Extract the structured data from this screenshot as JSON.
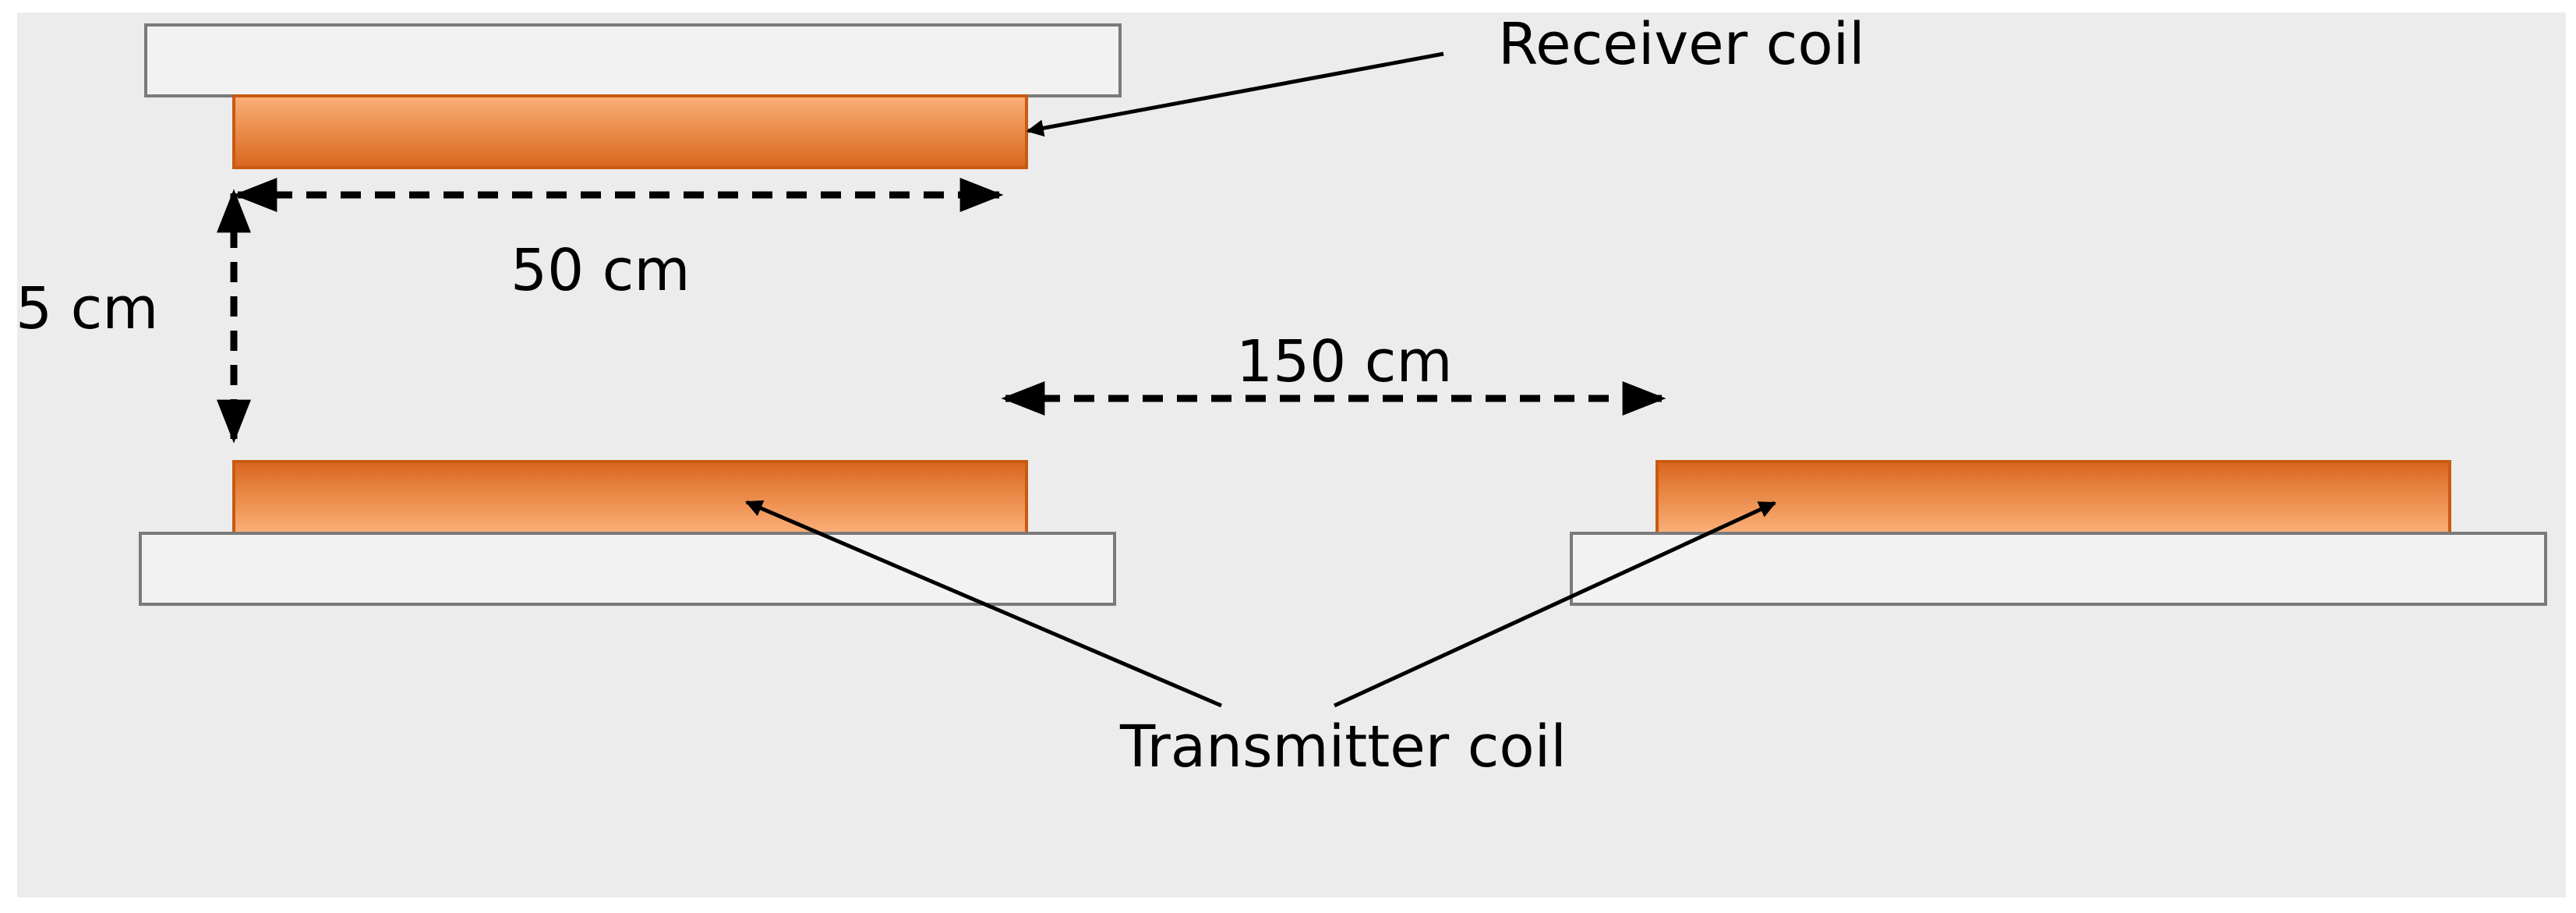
{
  "labels": {
    "receiver": "Receiver coil",
    "transmitter": "Transmitter coil",
    "width": "50 cm",
    "gap": "5 cm",
    "spacing": "150 cm"
  },
  "colors": {
    "background": "#ececec",
    "plate_fill": "#f2f2f2",
    "plate_stroke": "#7a7a7a",
    "coil_light": "#fbb078",
    "coil_dark": "#d9661d",
    "coil_stroke": "#c85a12",
    "arrow": "#000000"
  }
}
